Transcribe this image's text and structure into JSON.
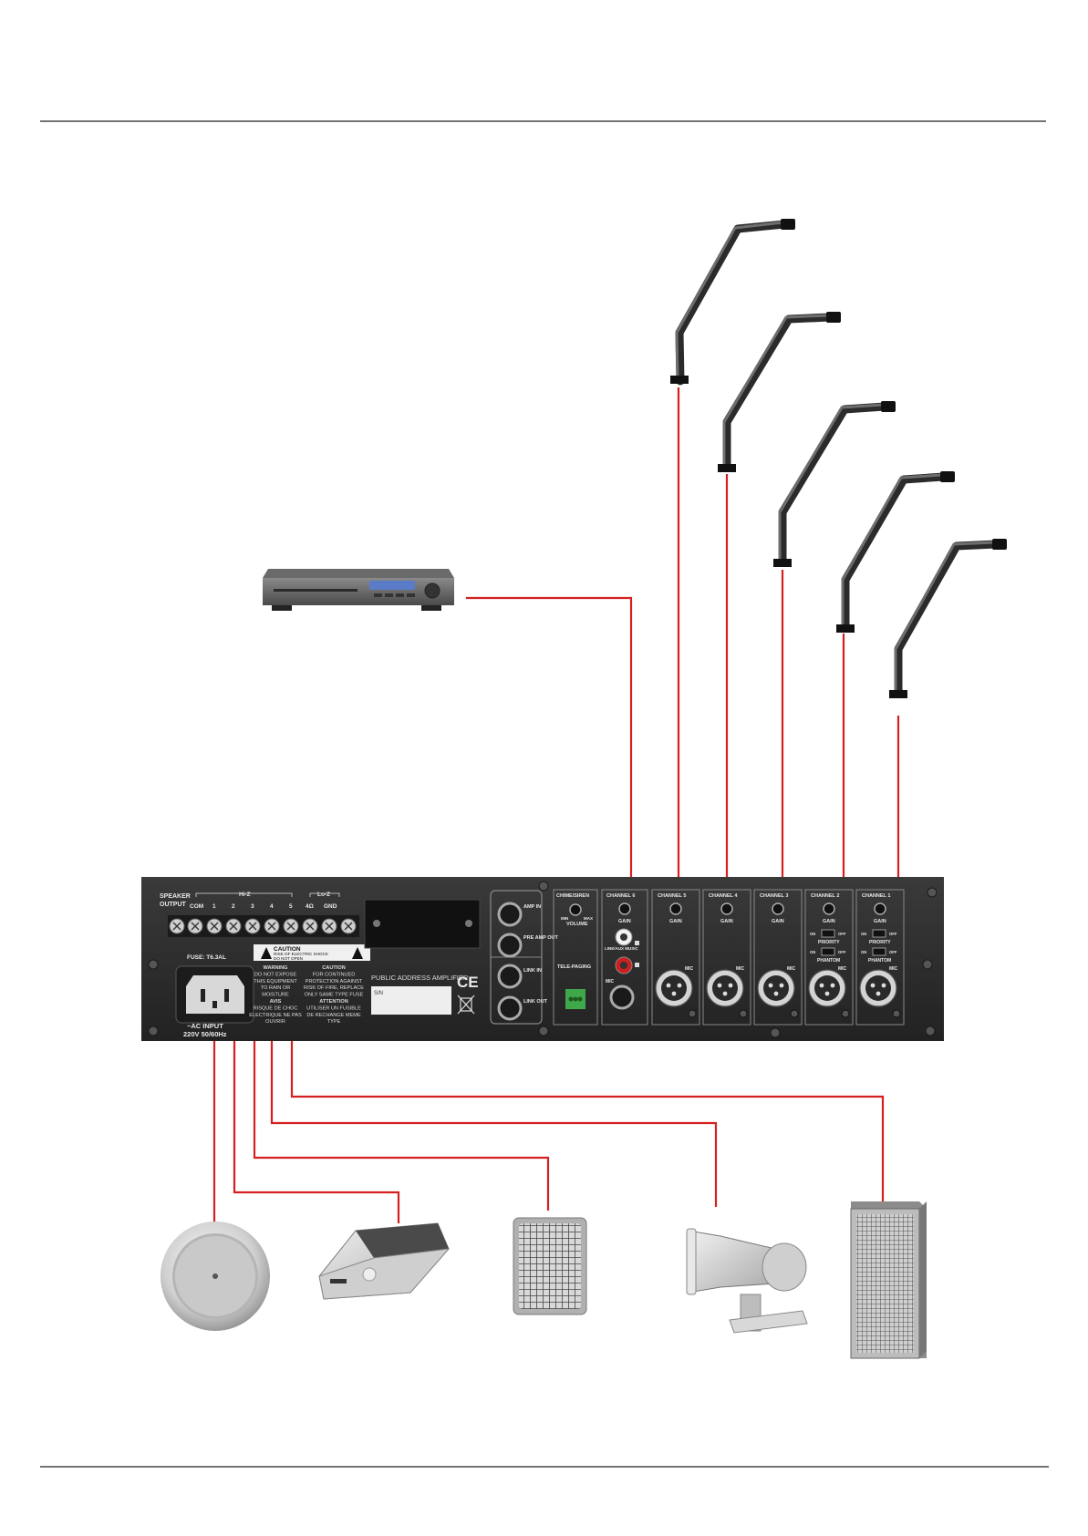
{
  "speaker_output": {
    "title_line1": "SPEAKER",
    "title_line2": "OUTPUT",
    "hiz": "Hi-Z",
    "loz": "Lo-Z",
    "terminals": [
      "COM",
      "1",
      "2",
      "3",
      "4",
      "5",
      "4Ω",
      "GND"
    ]
  },
  "power": {
    "fuse": "FUSE: T6.3AL",
    "ac_input": "~AC INPUT",
    "ac_spec": "220V 50/60Hz"
  },
  "caution_label": {
    "title": "CAUTION",
    "line1": "RISK OF ELECTRIC SHOCK",
    "line2": "DO NOT OPEN"
  },
  "warning_left": [
    "WARNING",
    "DO NOT EXPOSE",
    "THIS EQUIPMENT",
    "TO RAIN OR",
    "MOISTURE",
    "AVIS",
    "RISQUE DE CHOC",
    "ELECTRIQUE NE PAS",
    "OUVRIR"
  ],
  "warning_right": [
    "CAUTION",
    "FOR CONTINUED",
    "PROTECTION AGAINST",
    "RISK OF FIRE, REPLACE",
    "ONLY SAME TYPE FUSE",
    "ATTENTION",
    "UTILISER UN FUSIBLE",
    "DE RECHANGE MEME",
    "TYPE"
  ],
  "product_label": "PUBLIC ADDRESS AMPLIFIER",
  "serial_label": "S/N",
  "ce_mark": "CE",
  "jacks": {
    "amp_in": "AMP IN",
    "pre_amp_out": "PRE AMP OUT",
    "link_in": "LINK IN",
    "link_out": "LINK OUT"
  },
  "chime": {
    "title": "CHIME/SIREN",
    "min": "MIN",
    "max": "MAX",
    "volume": "VOLUME",
    "telepaging": "TELE-PAGING"
  },
  "channel6": {
    "title": "CHANNEL 6",
    "gain": "GAIN",
    "line_label": "LINE/AUX MUSIC",
    "mic": "MIC"
  },
  "mic_channels": [
    {
      "title": "CHANNEL 5",
      "gain": "GAIN",
      "mic": "MIC"
    },
    {
      "title": "CHANNEL 4",
      "gain": "GAIN",
      "mic": "MIC"
    },
    {
      "title": "CHANNEL 3",
      "gain": "GAIN",
      "mic": "MIC"
    },
    {
      "title": "CHANNEL 2",
      "gain": "GAIN",
      "mic": "MIC",
      "priority": "PRIORITY",
      "phantom": "PHANTOM",
      "on": "ON",
      "off": "OFF"
    },
    {
      "title": "CHANNEL 1",
      "gain": "GAIN",
      "mic": "MIC",
      "priority": "PRIORITY",
      "phantom": "PHANTOM",
      "on": "ON",
      "off": "OFF"
    }
  ],
  "icons": [
    "gooseneck-microphone-icon",
    "cd-player-icon",
    "ceiling-speaker-icon",
    "desktop-speaker-icon",
    "wall-speaker-icon",
    "horn-speaker-icon",
    "column-speaker-icon"
  ],
  "colors": {
    "wire": "#d42020",
    "panel": "#2c2c2c",
    "rule": "#222222"
  }
}
